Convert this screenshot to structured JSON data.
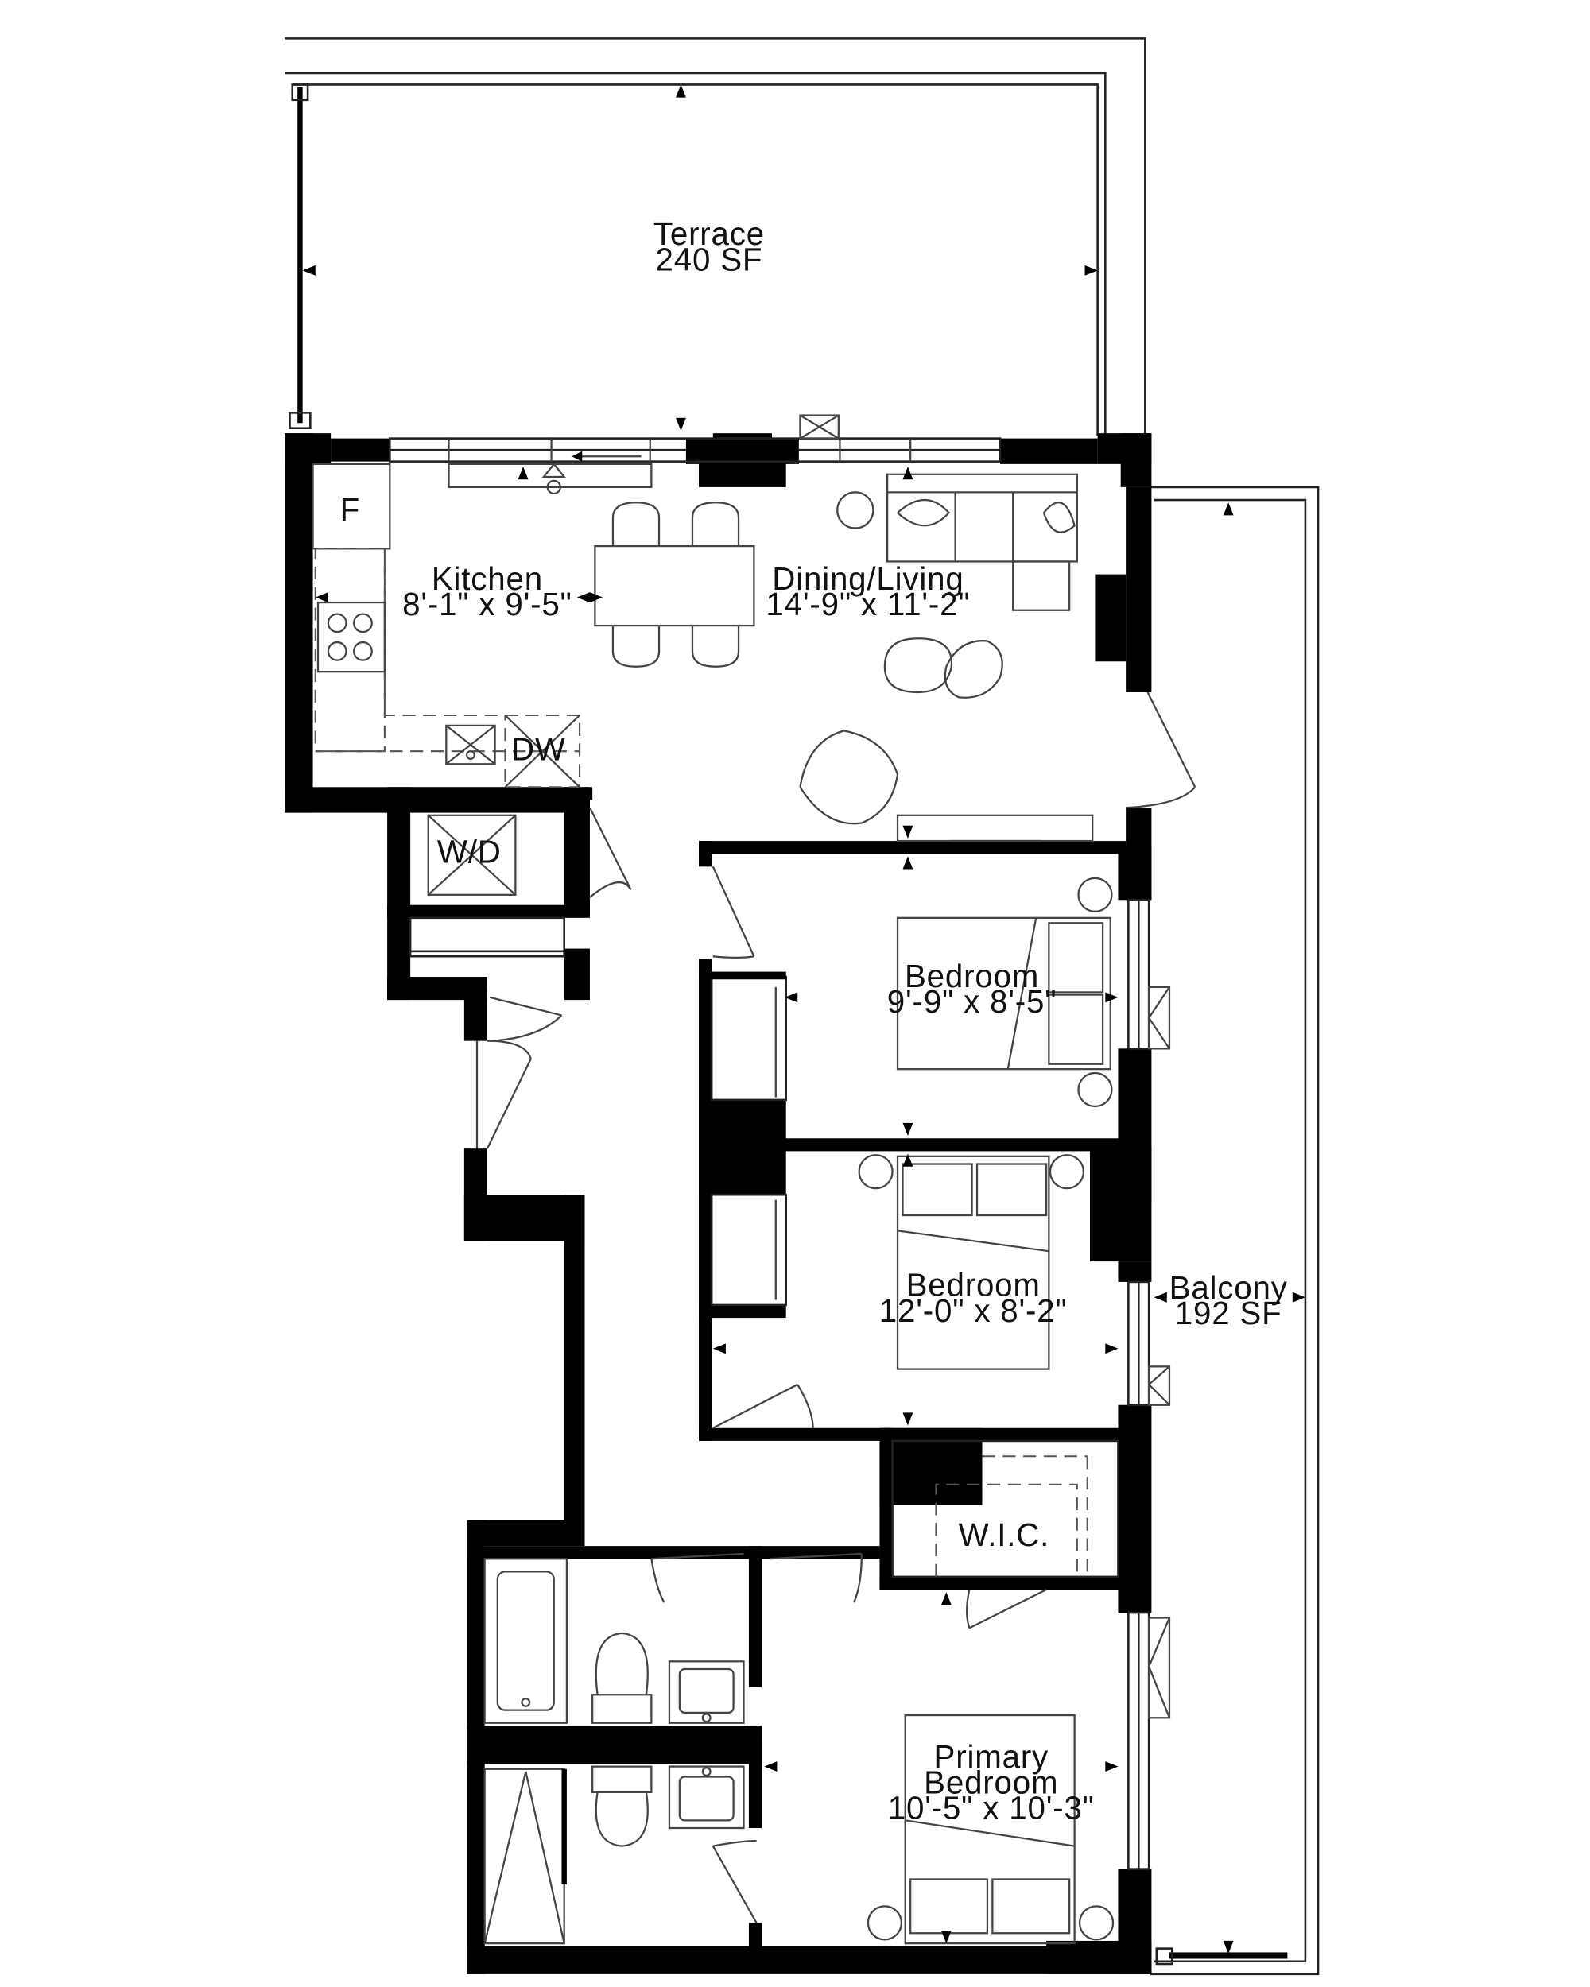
{
  "rooms": {
    "terrace": {
      "name": "Terrace",
      "size": "240 SF"
    },
    "kitchen": {
      "name": "Kitchen",
      "size": "8'-1\" x 9'-5\""
    },
    "dining_living": {
      "name": "Dining/Living",
      "size": "14'-9\" x 11'-2\""
    },
    "bedroom_1": {
      "name": "Bedroom",
      "size": "9'-9\" x 8'-5\""
    },
    "bedroom_2": {
      "name": "Bedroom",
      "size": "12'-0\" x 8'-2\""
    },
    "balcony": {
      "name": "Balcony",
      "size": "192 SF"
    },
    "wic": {
      "name": "W.I.C."
    },
    "primary_bedroom": {
      "name_line1": "Primary",
      "name_line2": "Bedroom",
      "size": "10'-5\" x 10'-3\""
    }
  },
  "appliances": {
    "fridge": "F",
    "dishwasher": "DW",
    "washer_dryer": "W/D"
  }
}
